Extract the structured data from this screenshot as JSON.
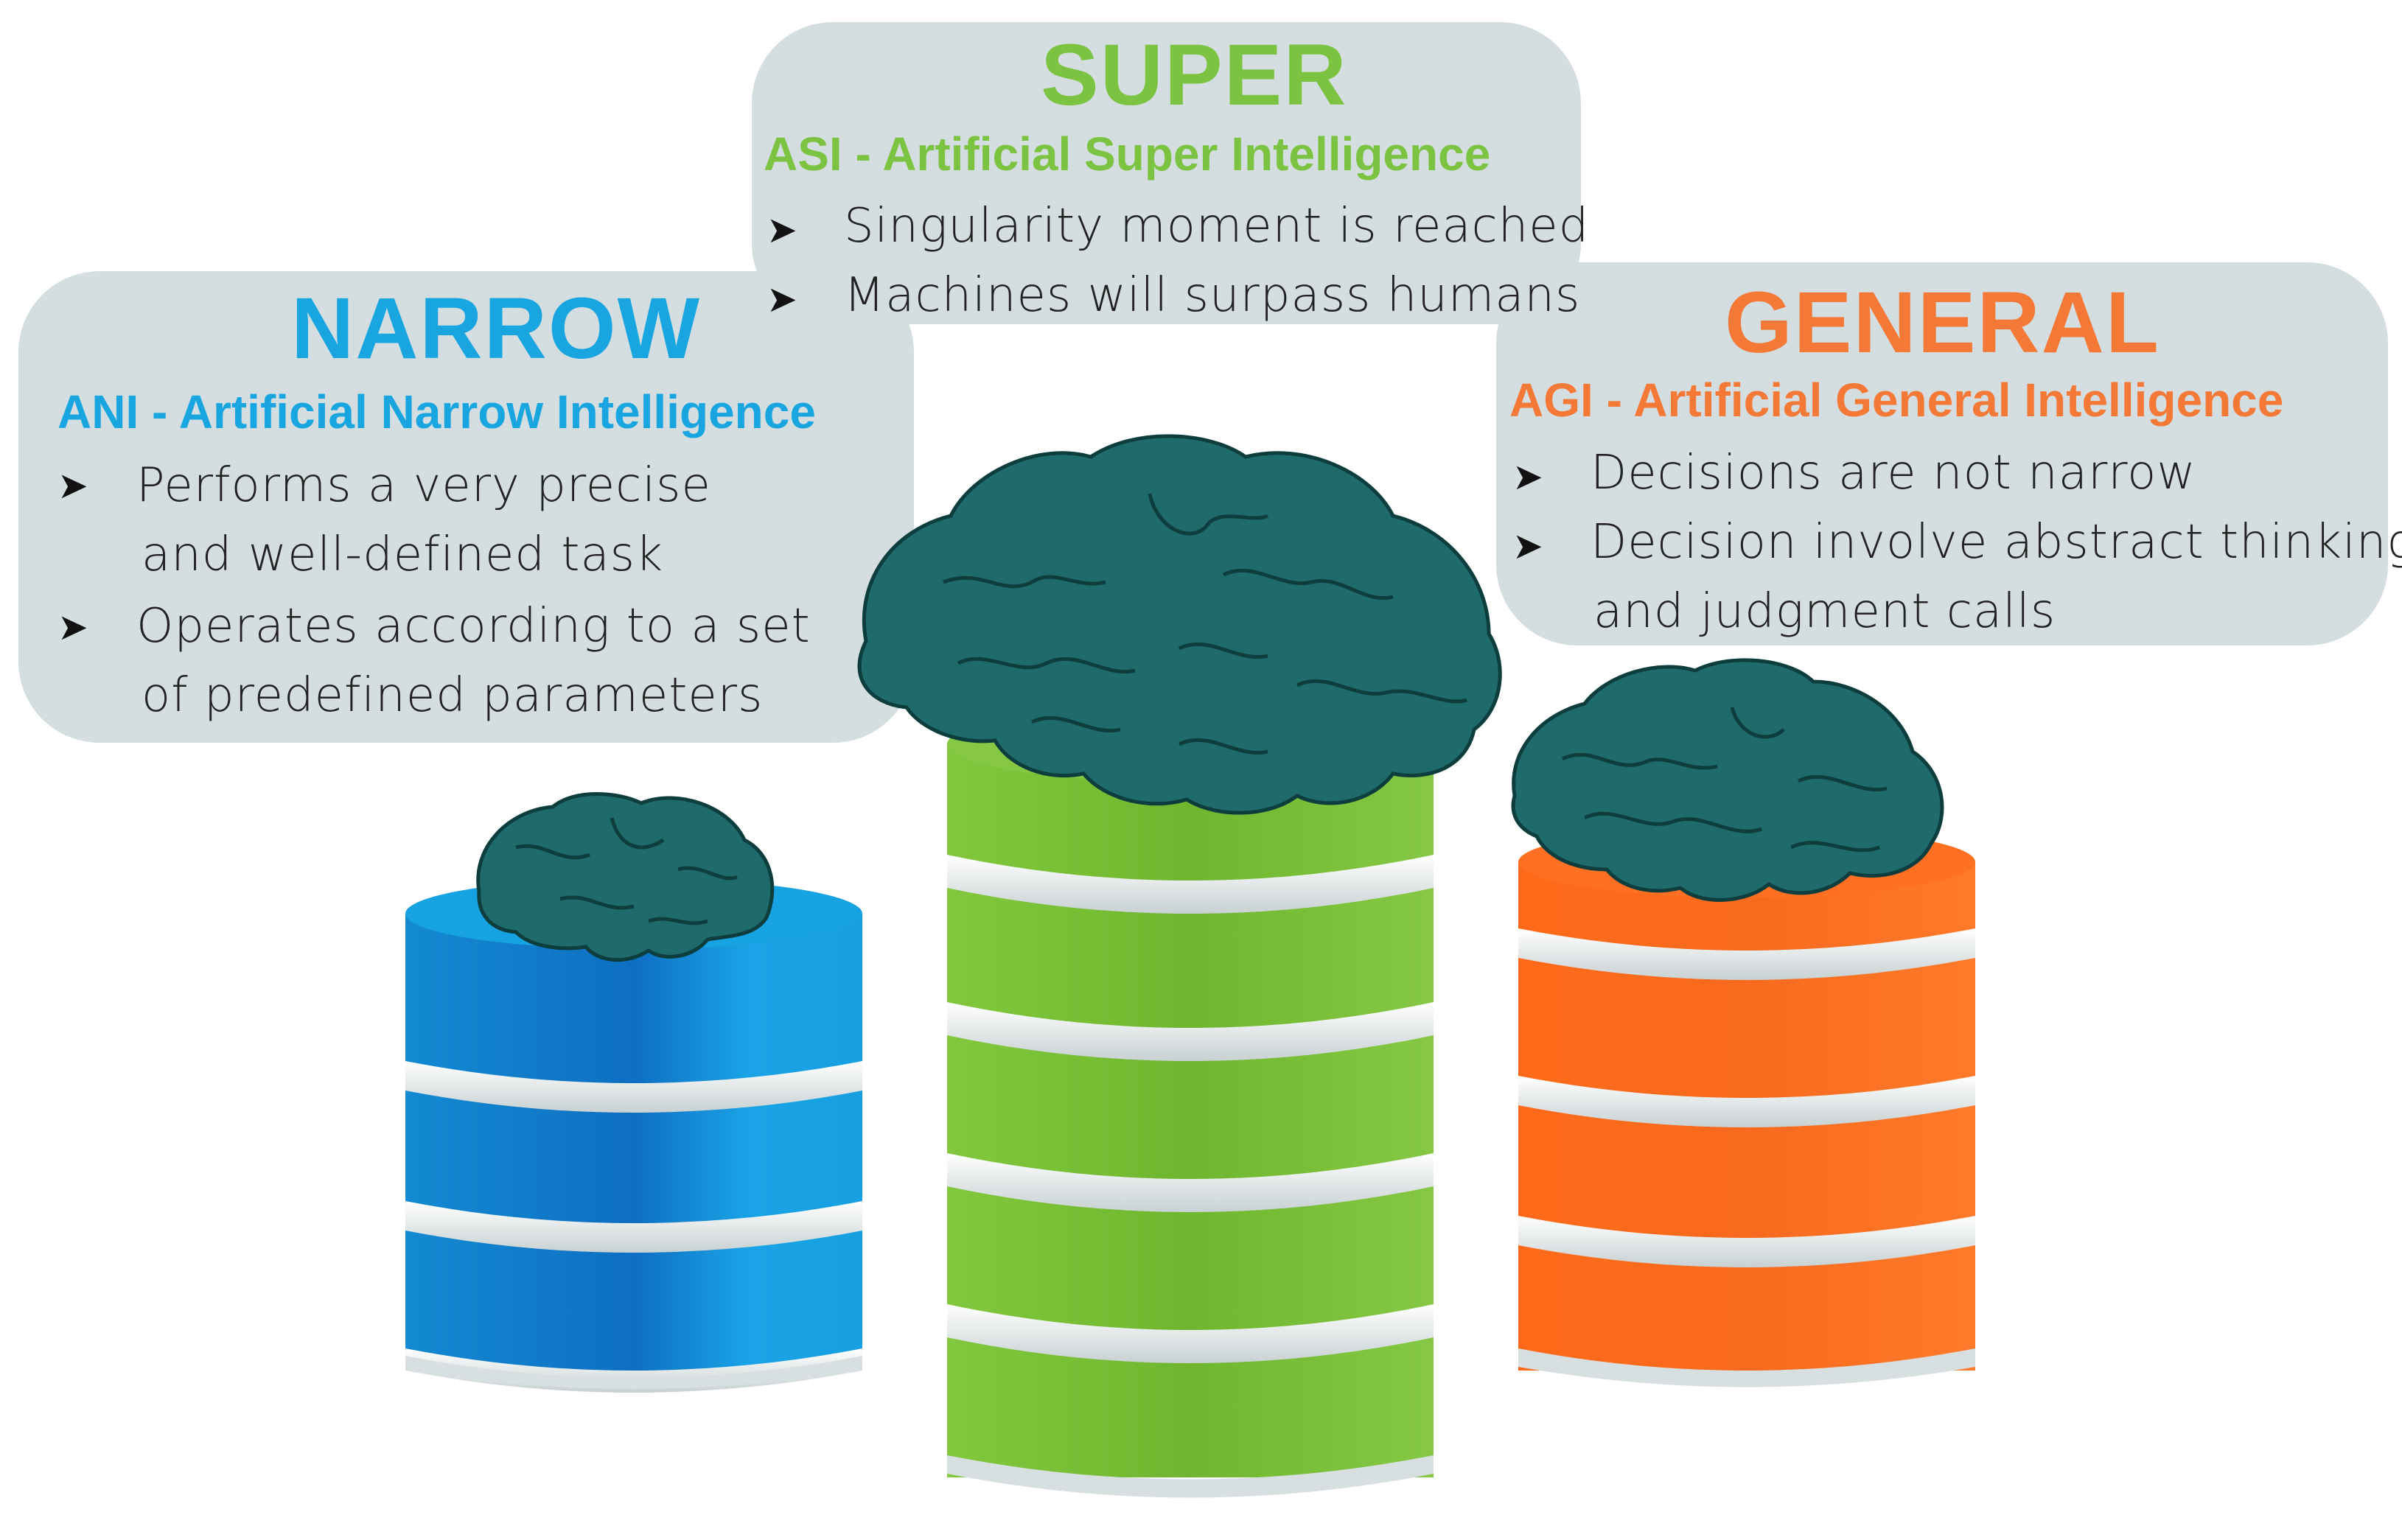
{
  "narrow": {
    "title": "NARROW",
    "subtitle": "ANI - Artificial Narrow Intelligence",
    "bullets": [
      {
        "line1": "Performs a very precise",
        "line2": "and well-defined task"
      },
      {
        "line1": "Operates according to a set",
        "line2": "of predefined parameters"
      }
    ]
  },
  "super": {
    "title": "SUPER",
    "subtitle": "ASI - Artificial Super Intelligence",
    "bullets": [
      {
        "line1": "Singularity moment is reached"
      },
      {
        "line1": "Machines will surpass humans"
      }
    ]
  },
  "general": {
    "title": "GENERAL",
    "subtitle": "AGI - Artificial General Intelligence",
    "bullets": [
      {
        "line1": "Decisions are not narrow"
      },
      {
        "line1": "Decision involve abstract thinking",
        "line2": "and judgment calls"
      }
    ]
  },
  "colors": {
    "narrow": "#19a6e0",
    "super": "#7cc342",
    "general": "#f47836",
    "brain": "#1f6b6c",
    "panel": "#d4dee0"
  },
  "icons": [
    "brain-icon",
    "chevron-right-icon",
    "database-cylinder-icon"
  ]
}
